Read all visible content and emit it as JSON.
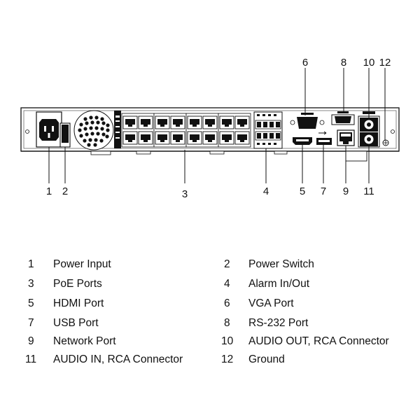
{
  "callouts_top": [
    "6",
    "8",
    "10",
    "12"
  ],
  "callouts_bottom": [
    "1",
    "2",
    "3",
    "4",
    "5",
    "7",
    "9",
    "11"
  ],
  "legend": [
    {
      "num": "1",
      "label": "Power Input"
    },
    {
      "num": "2",
      "label": "Power Switch"
    },
    {
      "num": "3",
      "label": "PoE Ports"
    },
    {
      "num": "4",
      "label": "Alarm In/Out"
    },
    {
      "num": "5",
      "label": "HDMI Port"
    },
    {
      "num": "6",
      "label": "VGA Port"
    },
    {
      "num": "7",
      "label": "USB Port"
    },
    {
      "num": "8",
      "label": "RS-232 Port"
    },
    {
      "num": "9",
      "label": "Network Port"
    },
    {
      "num": "10",
      "label": "AUDIO OUT, RCA Connector"
    },
    {
      "num": "11",
      "label": "AUDIO IN, RCA Connector"
    },
    {
      "num": "12",
      "label": "Ground"
    }
  ]
}
